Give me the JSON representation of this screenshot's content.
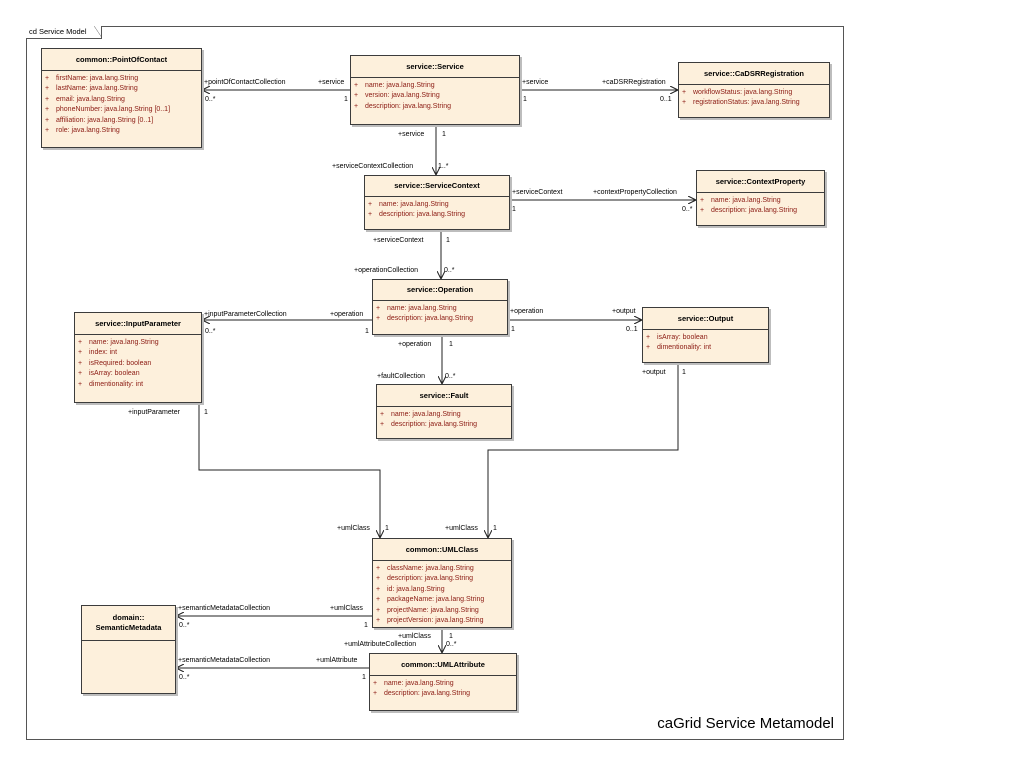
{
  "frame": {
    "title": "cd Service Model"
  },
  "caption": "caGrid Service Metamodel",
  "classes": {
    "point_of_contact": {
      "name": "common::PointOfContact",
      "attrs": [
        "firstName:  java.lang.String",
        "lastName:  java.lang.String",
        "email:  java.lang.String",
        "phoneNumber:  java.lang.String [0..1]",
        "affiliation:  java.lang.String [0..1]",
        "role:  java.lang.String"
      ]
    },
    "service": {
      "name": "service::Service",
      "attrs": [
        "name:  java.lang.String",
        "version:  java.lang.String",
        "description:  java.lang.String"
      ]
    },
    "cadsr_registration": {
      "name": "service::CaDSRRegistration",
      "attrs": [
        "workflowStatus:  java.lang.String",
        "registrationStatus:  java.lang.String"
      ]
    },
    "service_context": {
      "name": "service::ServiceContext",
      "attrs": [
        "name:  java.lang.String",
        "description:  java.lang.String"
      ]
    },
    "context_property": {
      "name": "service::ContextProperty",
      "attrs": [
        "name:  java.lang.String",
        "description:  java.lang.String"
      ]
    },
    "operation": {
      "name": "service::Operation",
      "attrs": [
        "name:  java.lang.String",
        "description:  java.lang.String"
      ]
    },
    "input_parameter": {
      "name": "service::InputParameter",
      "attrs": [
        "name:  java.lang.String",
        "index:  int",
        "isRequired:  boolean",
        "isArray:  boolean",
        "dimentionality:  int"
      ]
    },
    "output": {
      "name": "service::Output",
      "attrs": [
        "isArray:  boolean",
        "dimentionality:  int"
      ]
    },
    "fault": {
      "name": "service::Fault",
      "attrs": [
        "name:  java.lang.String",
        "description:  java.lang.String"
      ]
    },
    "uml_class": {
      "name": "common::UMLClass",
      "attrs": [
        "className:  java.lang.String",
        "description:  java.lang.String",
        "id:  java.lang.String",
        "packageName:  java.lang.String",
        "projectName:  java.lang.String",
        "projectVersion:  java.lang.String"
      ]
    },
    "semantic_metadata": {
      "name_line1": "domain::",
      "name_line2": "SemanticMetadata",
      "attrs": []
    },
    "uml_attribute": {
      "name": "common::UMLAttribute",
      "attrs": [
        "name:  java.lang.String",
        "description:  java.lang.String"
      ]
    }
  },
  "labels": {
    "poc_role": "+pointOfContactCollection",
    "poc_mult": "0..*",
    "svc_role_left": "+service",
    "svc_mult_left": "1",
    "svc_role_right": "+service",
    "svc_mult_right": "1",
    "cadsr_role": "+caDSRRegistration",
    "cadsr_mult": "0..1",
    "svc_role_down": "+service",
    "svc_mult_down": "1",
    "sc_coll_role": "+serviceContextCollection",
    "sc_coll_mult": "1..*",
    "sc_role_right": "+serviceContext",
    "sc_mult_right": "1",
    "cp_role": "+contextPropertyCollection",
    "cp_mult": "0..*",
    "sc_role_down": "+serviceContext",
    "sc_mult_down": "1",
    "op_coll_role": "+operationCollection",
    "op_coll_mult": "0..*",
    "ip_coll_role": "+inputParameterCollection",
    "ip_coll_mult": "0..*",
    "op_role_left": "+operation",
    "op_mult_left": "1",
    "op_role_right": "+operation",
    "op_mult_right": "1",
    "out_role": "+output",
    "out_mult": "0..1",
    "op_role_down": "+operation",
    "op_mult_down": "1",
    "fault_role": "+faultCollection",
    "fault_mult": "0..*",
    "ip_role_down": "+inputParameter",
    "ip_mult_down": "1",
    "out_role_down": "+output",
    "out_mult_down": "1",
    "uc_role_a": "+umlClass",
    "uc_mult_a": "1",
    "uc_role_b": "+umlClass",
    "uc_mult_b": "1",
    "sm_role_a": "+semanticMetadataCollection",
    "sm_mult_a": "0..*",
    "uc_role_c": "+umlClass",
    "uc_mult_c": "1",
    "uc_role_d": "+umlClass",
    "uc_mult_d": "1",
    "ua_coll_role": "+umlAttributeCollection",
    "ua_coll_mult": "0..*",
    "sm_role_b": "+semanticMetadataCollection",
    "sm_mult_b": "0..*",
    "ua_role": "+umlAttribute",
    "ua_mult": "1"
  }
}
